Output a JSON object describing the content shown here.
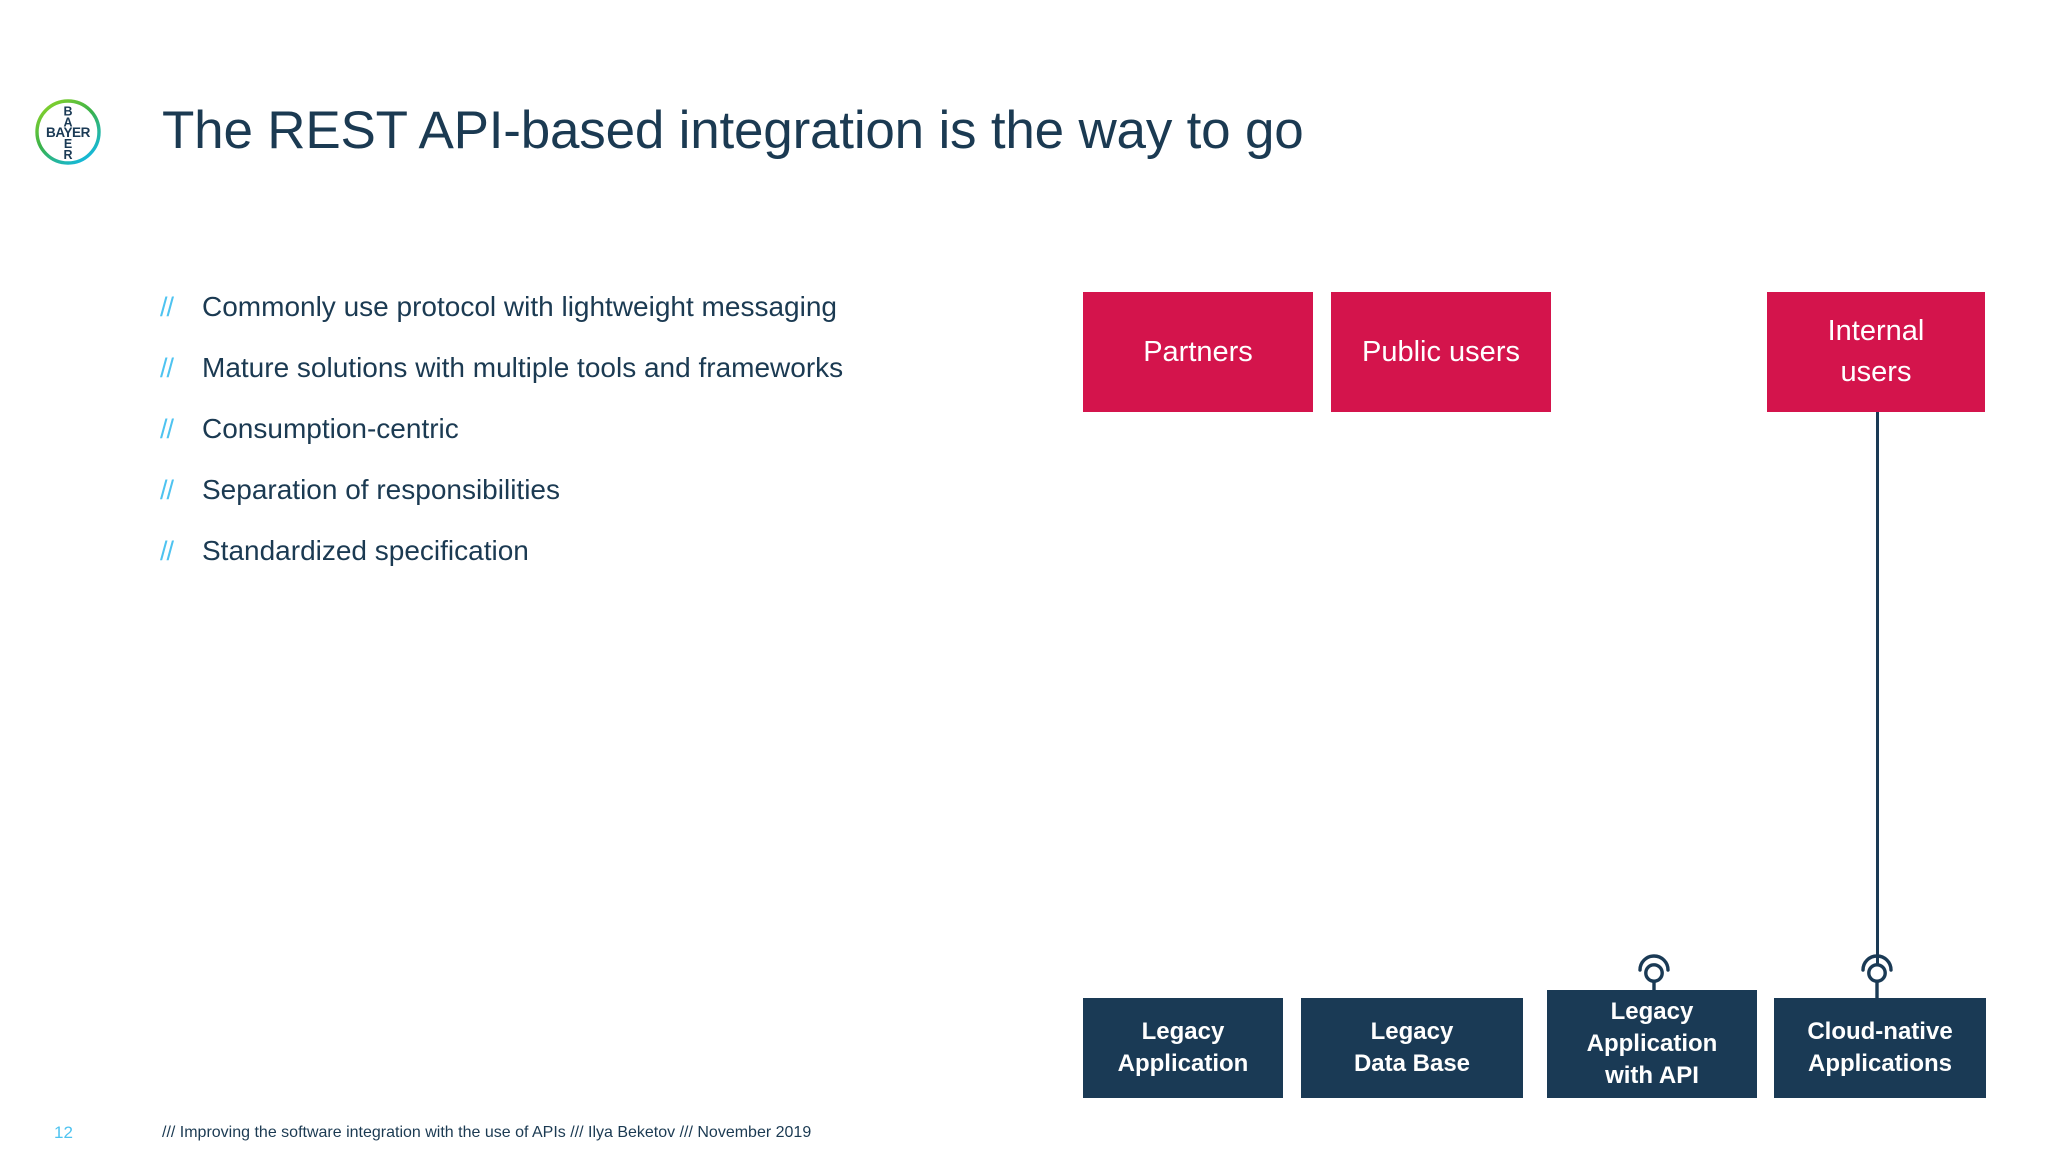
{
  "brand": {
    "logo_name": "bayer-logo",
    "logo_text": "BAYER",
    "colors": {
      "dark_navy": "#1a3a55",
      "crimson": "#d4144c",
      "light_blue": "#4ec3f0",
      "logo_green": "#89d329",
      "logo_blue": "#10b9ed"
    }
  },
  "slide": {
    "title": "The REST API-based integration is the way to go"
  },
  "bullets": {
    "marker": "//",
    "items": [
      "Commonly use protocol with lightweight messaging",
      "Mature solutions with multiple tools and frameworks",
      "Consumption-centric",
      "Separation of responsibilities",
      "Standardized specification"
    ]
  },
  "diagram": {
    "consumers": [
      {
        "id": "partners",
        "label": "Partners"
      },
      {
        "id": "public-users",
        "label": "Public users"
      },
      {
        "id": "internal-users",
        "label": "Internal\nusers"
      }
    ],
    "systems": [
      {
        "id": "legacy-app",
        "label": "Legacy\nApplication",
        "has_api_icon": false
      },
      {
        "id": "legacy-db",
        "label": "Legacy\nData Base",
        "has_api_icon": false
      },
      {
        "id": "legacy-app-api",
        "label": "Legacy\nApplication\nwith API",
        "has_api_icon": true
      },
      {
        "id": "cloud-native",
        "label": "Cloud-native\nApplications",
        "has_api_icon": true
      }
    ],
    "connections": [
      {
        "from": "internal-users",
        "to": "cloud-native"
      }
    ]
  },
  "footer": {
    "page_number": "12",
    "text": "/// Improving the software integration with the use of APIs /// Ilya Beketov /// November 2019"
  }
}
